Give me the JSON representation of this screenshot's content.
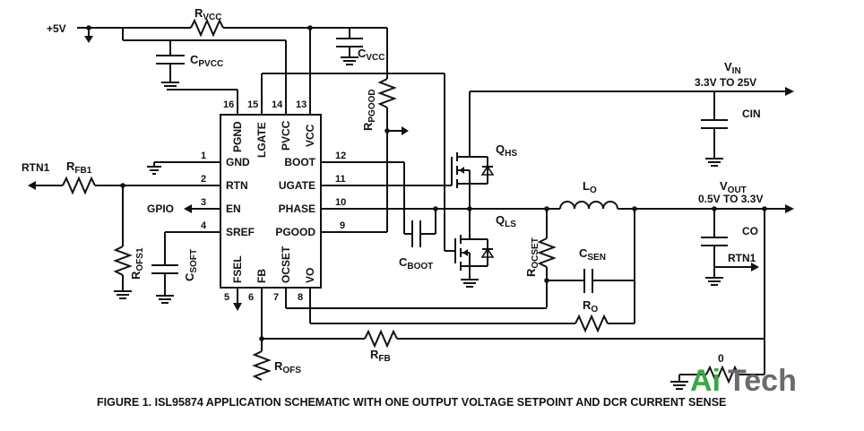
{
  "chip": {
    "pins": [
      {
        "num": "1",
        "name": "GND"
      },
      {
        "num": "2",
        "name": "RTN"
      },
      {
        "num": "3",
        "name": "EN"
      },
      {
        "num": "4",
        "name": "SREF"
      },
      {
        "num": "5",
        "name": "FSEL"
      },
      {
        "num": "6",
        "name": "FB"
      },
      {
        "num": "7",
        "name": "OCSET"
      },
      {
        "num": "8",
        "name": "VO"
      },
      {
        "num": "9",
        "name": "PGOOD"
      },
      {
        "num": "10",
        "name": "PHASE"
      },
      {
        "num": "11",
        "name": "UGATE"
      },
      {
        "num": "12",
        "name": "BOOT"
      },
      {
        "num": "13",
        "name": "VCC"
      },
      {
        "num": "14",
        "name": "PVCC"
      },
      {
        "num": "15",
        "name": "LGATE"
      },
      {
        "num": "16",
        "name": "PGND"
      }
    ]
  },
  "labels": {
    "supply": "+5V",
    "rvcc_main": "R",
    "rvcc_sub": "VCC",
    "cpvcc_main": "C",
    "cpvcc_sub": "PVCC",
    "cvcc_main": "C",
    "cvcc_sub": "VCC",
    "rpgood_main": "R",
    "rpgood_sub": "PGOOD",
    "vin_main": "V",
    "vin_sub": "IN",
    "vin_range": "3.3V TO 25V",
    "cin": "CIN",
    "qhs_main": "Q",
    "qhs_sub": "HS",
    "qls_main": "Q",
    "qls_sub": "LS",
    "lo_main": "L",
    "lo_sub": "O",
    "vout_main": "V",
    "vout_sub": "OUT",
    "vout_range": "0.5V TO 3.3V",
    "co": "CO",
    "rtn1_right": "RTN1",
    "rocset_main": "R",
    "rocset_sub": "OCSET",
    "csen_main": "C",
    "csen_sub": "SEN",
    "cboot_main": "C",
    "cboot_sub": "BOOT",
    "ro_main": "R",
    "ro_sub": "O",
    "rfb_main": "R",
    "rfb_sub": "FB",
    "rofs_main": "R",
    "rofs_sub": "OFS",
    "rtn1_left": "RTN1",
    "rfb1_main": "R",
    "rfb1_sub": "FB1",
    "rofs1_main": "R",
    "rofs1_sub": "OFS1",
    "gpio": "GPIO",
    "csoft_main": "C",
    "csoft_sub": "SOFT",
    "zero": "0"
  },
  "caption": "FIGURE 1.  ISL95874 APPLICATION SCHEMATIC WITH ONE OUTPUT VOLTAGE SETPOINT AND DCR CURRENT SENSE",
  "watermark": {
    "part1": "Ai",
    "part2": "Tech",
    "accent": "#39a845"
  }
}
